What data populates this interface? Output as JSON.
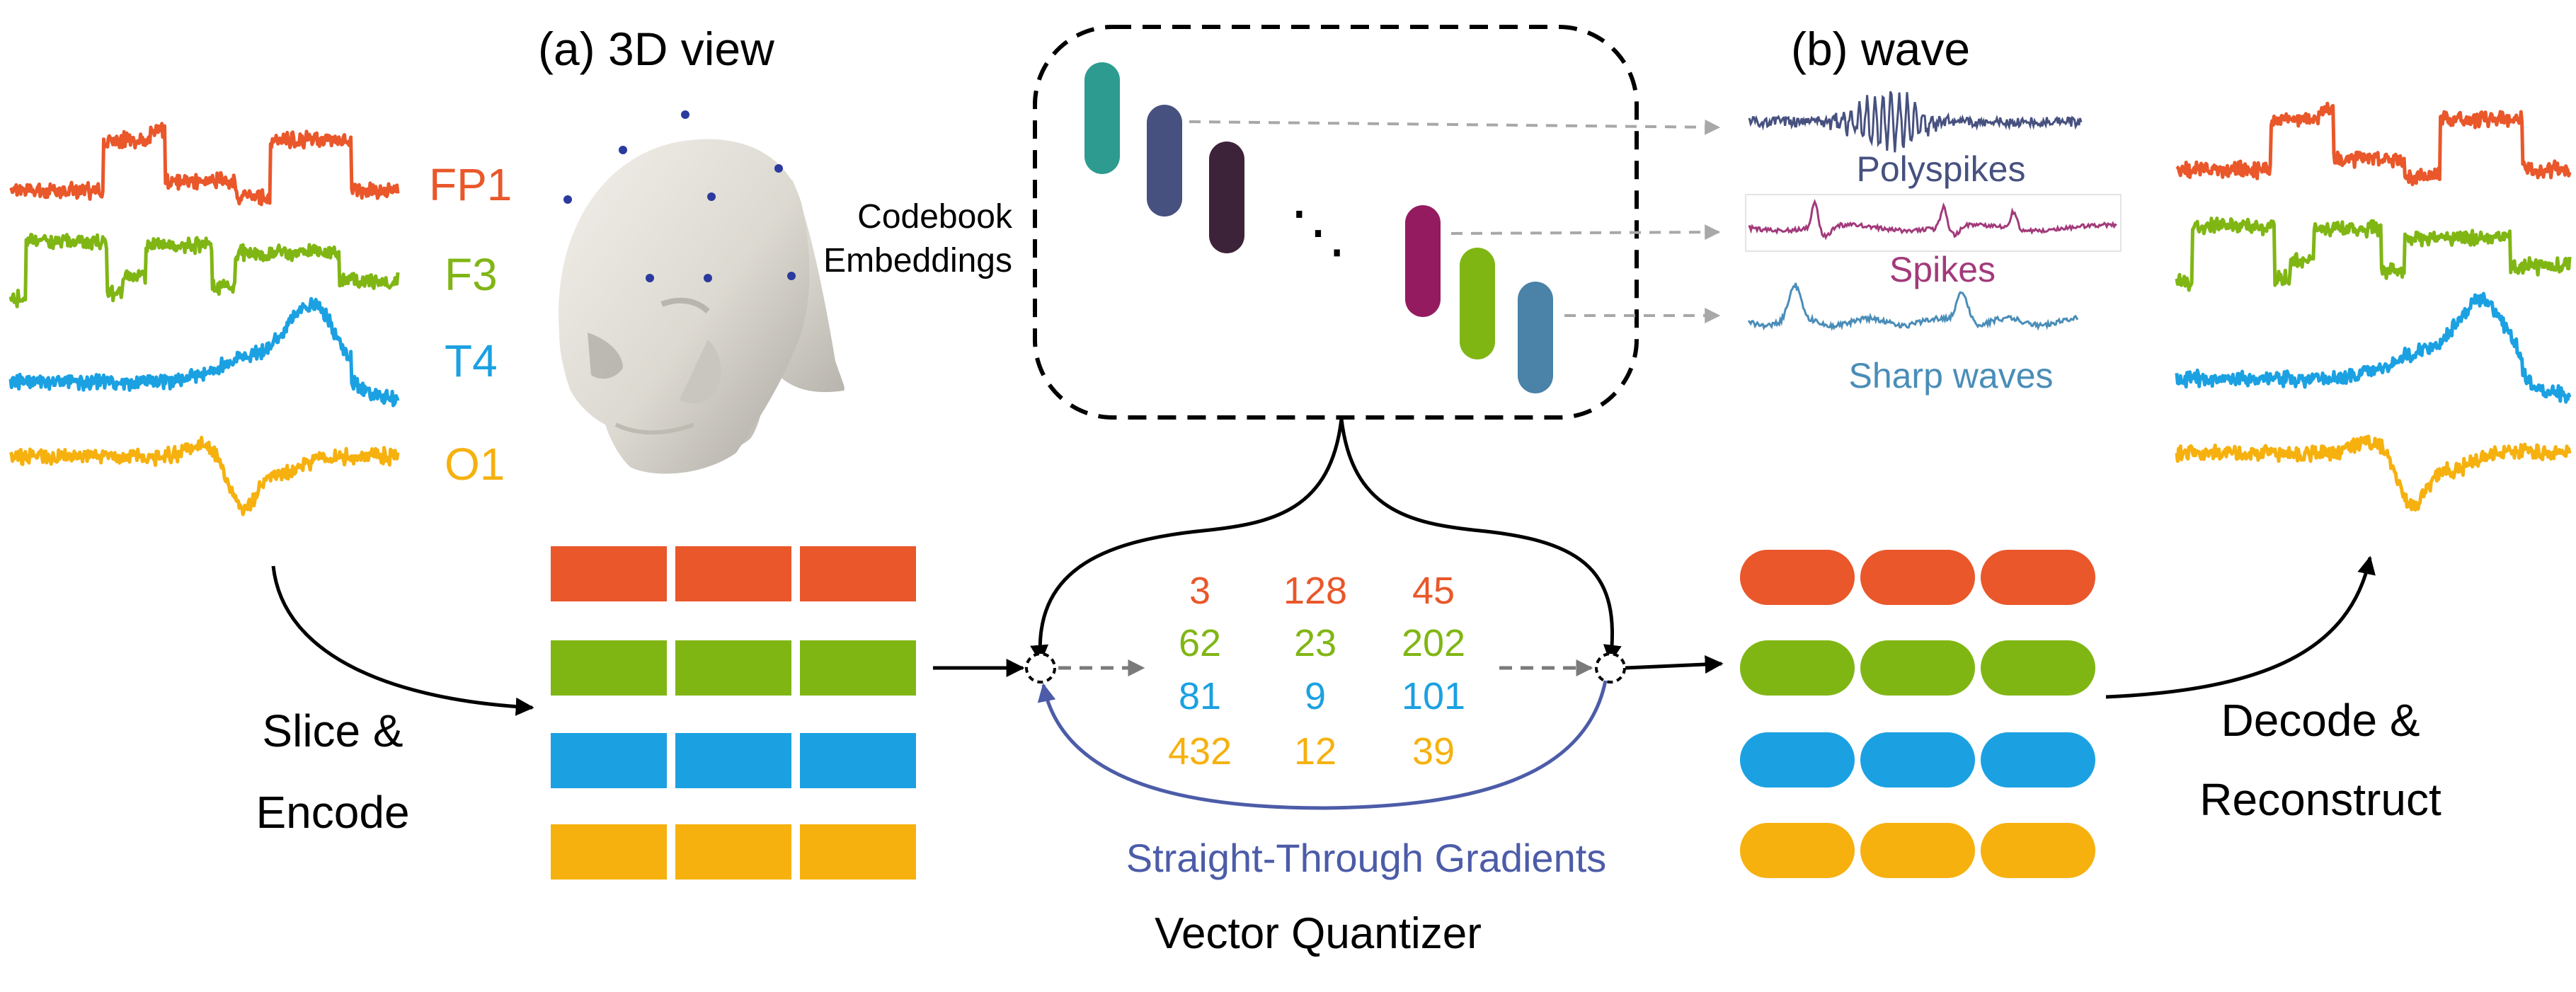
{
  "headings": {
    "view3d": "(a) 3D view",
    "wave": "(b) wave"
  },
  "codebook_label": [
    "Codebook",
    "Embeddings"
  ],
  "channels": [
    {
      "name": "FP1",
      "color": "#E9572A"
    },
    {
      "name": "F3",
      "color": "#80B614"
    },
    {
      "name": "T4",
      "color": "#1BA1E2"
    },
    {
      "name": "O1",
      "color": "#F6B10F"
    }
  ],
  "codebook_colors": [
    "#2E9B90",
    "#47517F",
    "#3D2339",
    "#941B5F",
    "#80B614",
    "#4A82A8"
  ],
  "wave_types": [
    {
      "label": "Polyspikes",
      "color": "#47517F"
    },
    {
      "label": "Spikes",
      "color": "#A23A7B"
    },
    {
      "label": "Sharp waves",
      "color": "#4A8DB8"
    }
  ],
  "codes": [
    [
      "3",
      "128",
      "45"
    ],
    [
      "62",
      "23",
      "202"
    ],
    [
      "81",
      "9",
      "101"
    ],
    [
      "432",
      "12",
      "39"
    ]
  ],
  "labels": {
    "slice": [
      "Slice &",
      "Encode"
    ],
    "decode": [
      "Decode &",
      "Reconstruct"
    ],
    "gradients": "Straight-Through Gradients",
    "quantizer": "Vector Quantizer",
    "ellipsis": "⋱"
  },
  "colors": {
    "arrow": "#000000",
    "dashed": "#A8A8A8",
    "gradient": "#4C5CA8",
    "head_fill": "#E4E1DA",
    "electrode": "#2B3A9E"
  }
}
